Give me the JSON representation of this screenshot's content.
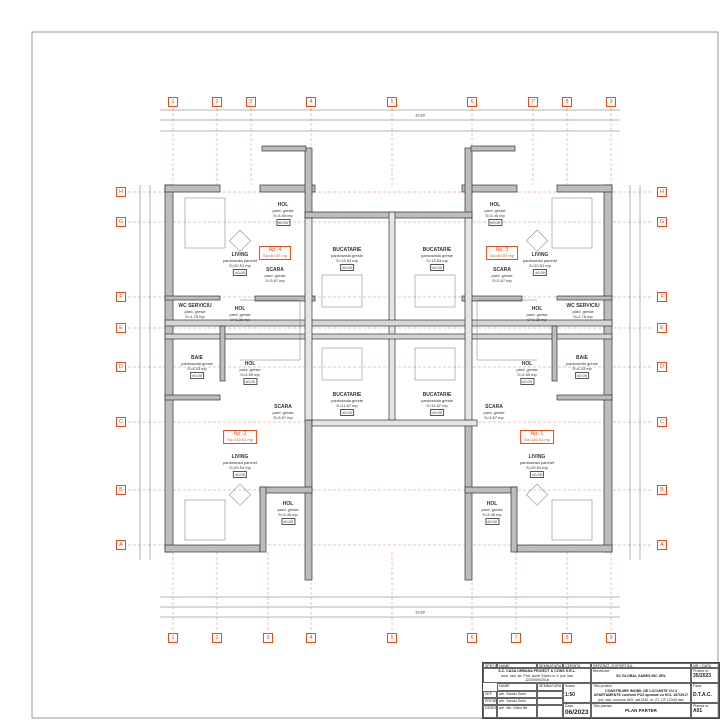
{
  "axes": {
    "top": [
      "1",
      "2",
      "3'",
      "4",
      "5",
      "6",
      "7'",
      "8",
      "9"
    ],
    "bottom": [
      "1",
      "2",
      "3",
      "4",
      "5",
      "6",
      "7",
      "8",
      "9"
    ],
    "rows": [
      "H",
      "G",
      "F",
      "E",
      "D",
      "C",
      "B",
      "A"
    ]
  },
  "dimensions": {
    "overall": "19.80",
    "overall_bottom": "19.80"
  },
  "apartments": [
    {
      "name": "Ap. 4",
      "area": "Su=60.57 mp"
    },
    {
      "name": "Ap. 3",
      "area": "Su=60.57 mp"
    },
    {
      "name": "Ap. 2",
      "area": "Su=110.51 mp"
    },
    {
      "name": "Ap. 1",
      "area": "Su=110.51 mp"
    }
  ],
  "rooms": [
    {
      "name": "LIVING",
      "floor": "pardoseala parchet",
      "area": "S=20.51 mp",
      "level": "±0.00"
    },
    {
      "name": "HOL",
      "floor": "pard. gresie",
      "area": "S=3.45 mp",
      "level": "±0.00"
    },
    {
      "name": "SCARA",
      "floor": "pard. gresie",
      "area": "S=3.67 mp",
      "level": ""
    },
    {
      "name": "BUCATARIE",
      "floor": "pardoseala gresie",
      "area": "S=13.53 mp",
      "level": "±0.00"
    },
    {
      "name": "BUCATARIE",
      "floor": "pardoseala gresie",
      "area": "S=13.53 mp",
      "level": "±0.00"
    },
    {
      "name": "SCARA",
      "floor": "pard. gresie",
      "area": "S=3.67 mp",
      "level": ""
    },
    {
      "name": "HOL",
      "floor": "pard. gresie",
      "area": "S=3.45 mp",
      "level": "±0.00"
    },
    {
      "name": "LIVING",
      "floor": "pardoseala parchet",
      "area": "S=20.51 mp",
      "level": "±0.00"
    },
    {
      "name": "WC SERVICIU",
      "floor": "pard. gresie",
      "area": "S=1.76 mp",
      "level": ""
    },
    {
      "name": "HOL",
      "floor": "pard. gresie",
      "area": "S=1.36 mp",
      "level": ""
    },
    {
      "name": "HOL",
      "floor": "pard. gresie",
      "area": "S=1.36 mp",
      "level": ""
    },
    {
      "name": "WC SERVICIU",
      "floor": "pard. gresie",
      "area": "S=1.76 mp",
      "level": ""
    },
    {
      "name": "BAIE",
      "floor": "pardoseala gresie",
      "area": "S=4.03 mp",
      "level": "±0.00"
    },
    {
      "name": "HOL",
      "floor": "pard. gresie",
      "area": "S=4.55 mp",
      "level": "±0.00"
    },
    {
      "name": "HOL",
      "floor": "pard. gresie",
      "area": "S=4.55 mp",
      "level": "±0.00"
    },
    {
      "name": "BAIE",
      "floor": "pardoseala gresie",
      "area": "S=4.03 mp",
      "level": "±0.00"
    },
    {
      "name": "BUCATARIE",
      "floor": "pardoseala gresie",
      "area": "S=11.57 mp",
      "level": "±0.00"
    },
    {
      "name": "BUCATARIE",
      "floor": "pardoseala gresie",
      "area": "S=11.57 mp",
      "level": "±0.00"
    },
    {
      "name": "SCARA",
      "floor": "pard. gresie",
      "area": "S=3.67 mp",
      "level": ""
    },
    {
      "name": "SCARA",
      "floor": "pard. gresie",
      "area": "S=3.67 mp",
      "level": ""
    },
    {
      "name": "LIVING",
      "floor": "pardoseala parchet",
      "area": "S=29.54 mp",
      "level": "±0.00"
    },
    {
      "name": "LIVING",
      "floor": "pardoseala parchet",
      "area": "S=29.54 mp",
      "level": "±0.00"
    },
    {
      "name": "HOL",
      "floor": "pard. gresie",
      "area": "S=3.45 mp",
      "level": "±0.00"
    },
    {
      "name": "HOL",
      "floor": "pard. gresie",
      "area": "S=3.45 mp",
      "level": "±0.00"
    }
  ],
  "title_block": {
    "h_spec": "SPECIFICATIE",
    "h_name": "NUME",
    "h_sign": "SEMNATURA",
    "h_scale_req": "CERINTA",
    "h_ref": "REFERAT / EXPERTIZA",
    "h_nr": "NR. / DATA",
    "company": "S.C. CASA URBANA PROIECT & CONS S.R.L.",
    "company_addr": "mun. Iasi, str. Prof. Aurel Stanu nr. 4, jud. Iasi",
    "company_reg": "J22/0000/2016",
    "beneficiar_label": "Beneficiar:",
    "beneficiar": "SC GLOBAL SABES INC SRL",
    "proiect_nr_label": "Proiect nr.",
    "proiect_nr": "35/2023",
    "col_name": "NUME",
    "col_sign": "SEMNATURA",
    "scale_label": "Scara:",
    "scale": "1:50",
    "titlu_label": "Titlu proiect:",
    "titlu": "CONSTRUIRE IMOBIL DE LOCUINTE CU 4 APARTAMENTE conform PUZ aprobat cu HCL 187/2017",
    "location": "jud. Iasi, comuna IASI, sat IASI, nr. 27, CF 12345 Iasi",
    "faza_label": "Faza:",
    "faza": "D.T.A.C.",
    "rows": [
      {
        "role": "SEF PROIECT",
        "name": "arh. Sandu Sorin"
      },
      {
        "role": "PROIECTAT",
        "name": "arh. Sandu Sorin"
      },
      {
        "role": "DESENAT",
        "name": "arh. stb. Olaru Ilie"
      }
    ],
    "data_label": "Data:",
    "date": "06/2023",
    "plansa_title_label": "Titlu plansa:",
    "plansa_title": "PLAN PARTER",
    "plansa_label": "Plansa nr.",
    "plansa": "A01"
  }
}
